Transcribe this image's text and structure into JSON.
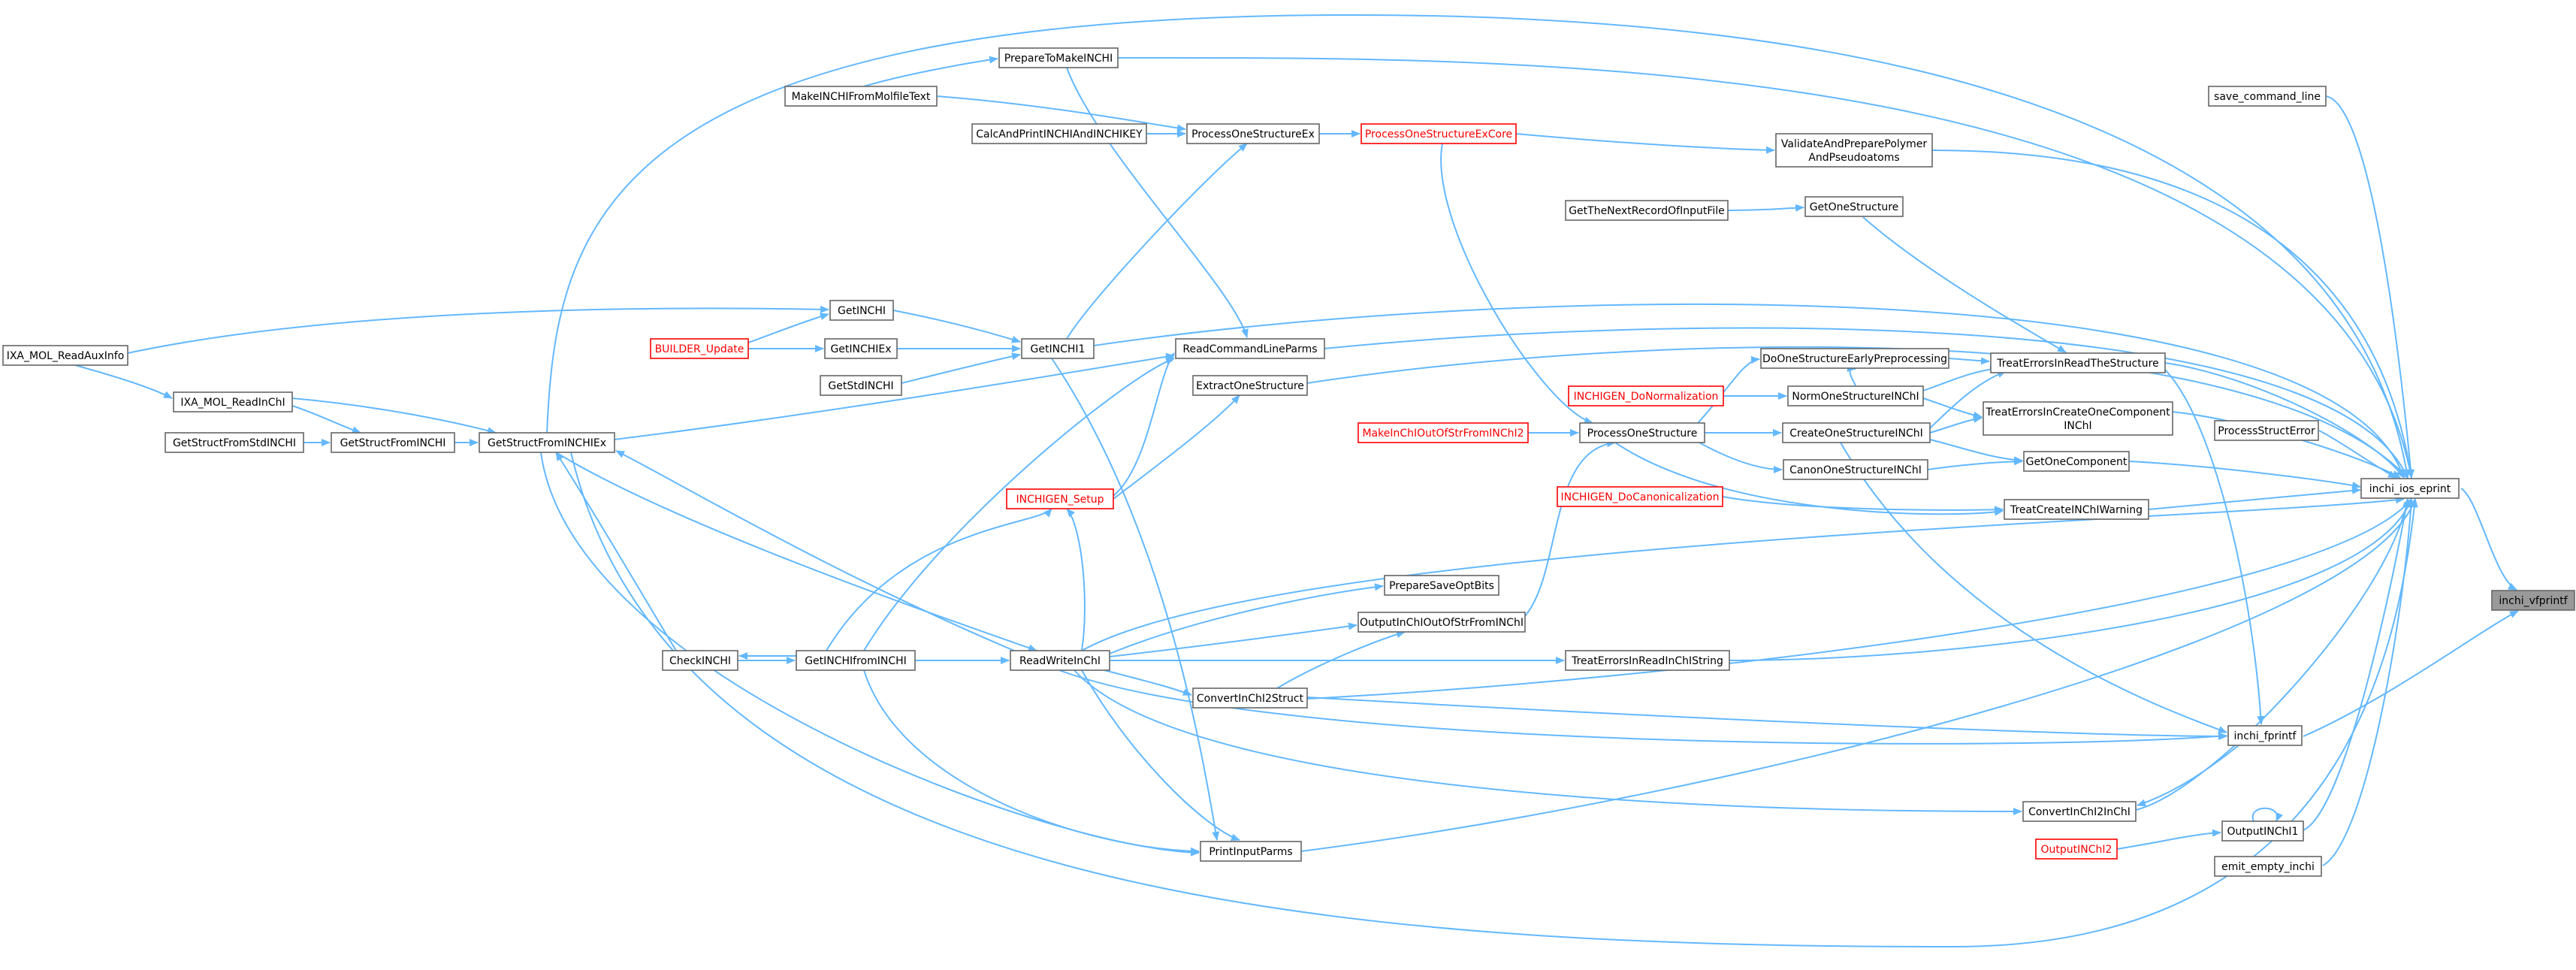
{
  "nodes": {
    "inchi_vfprintf": "inchi_vfprintf",
    "inchi_ios_eprint": "inchi_ios_eprint",
    "inchi_fprintf": "inchi_fprintf",
    "save_command_line": "save_command_line",
    "ProcessStructError": "ProcessStructError",
    "OutputINChI1": "OutputINChI1",
    "OutputINChI2": "OutputINChI2",
    "emit_empty_inchi": "emit_empty_inchi",
    "TreatErrorsInReadTheStructure": "TreatErrorsInReadTheStructure",
    "TreatErrorsInCreateOneComponentINChI_1": "TreatErrorsInCreateOneComponent",
    "TreatErrorsInCreateOneComponentINChI_2": "INChI",
    "GetOneComponent": "GetOneComponent",
    "TreatCreateINChIWarning": "TreatCreateINChIWarning",
    "ConvertInChI2InChI": "ConvertInChI2InChI",
    "ValidateAndPreparePolymerAndPseudoatoms_1": "ValidateAndPreparePolymer",
    "ValidateAndPreparePolymerAndPseudoatoms_2": "AndPseudoatoms",
    "GetOneStructure": "GetOneStructure",
    "GetTheNextRecordOfInputFile": "GetTheNextRecordOfInputFile",
    "DoOneStructureEarlyPreprocessing": "DoOneStructureEarlyPreprocessing",
    "NormOneStructureINChI": "NormOneStructureINChI",
    "CreateOneStructureINChI": "CreateOneStructureINChI",
    "CanonOneStructureINChI": "CanonOneStructureINChI",
    "TreatErrorsInReadInChIString": "TreatErrorsInReadInChIString",
    "INCHIGEN_DoNormalization": "INCHIGEN_DoNormalization",
    "INCHIGEN_DoCanonicalization": "INCHIGEN_DoCanonicalization",
    "ProcessOneStructure": "ProcessOneStructure",
    "MakeInChIOutOfStrFromINChI2": "MakeInChIOutOfStrFromINChI2",
    "OutputInChIOutOfStrFromINChI": "OutputInChIOutOfStrFromINChI",
    "ProcessOneStructureExCore": "ProcessOneStructureExCore",
    "ProcessOneStructureEx": "ProcessOneStructureEx",
    "PrepareSaveOptBits": "PrepareSaveOptBits",
    "PrepareToMakeINCHI": "PrepareToMakeINCHI",
    "MakeINCHIFromMolfileText": "MakeINCHIFromMolfileText",
    "CalcAndPrintINCHIAndINCHIKEY": "CalcAndPrintINCHIAndINCHIKEY",
    "ReadCommandLineParms": "ReadCommandLineParms",
    "ExtractOneStructure": "ExtractOneStructure",
    "INCHIGEN_Setup": "INCHIGEN_Setup",
    "ConvertInChI2Struct": "ConvertInChI2Struct",
    "PrintInputParms": "PrintInputParms",
    "GetINCHI1": "GetINCHI1",
    "GetINCHI": "GetINCHI",
    "GetINCHIEx": "GetINCHIEx",
    "GetStdINCHI": "GetStdINCHI",
    "BUILDER_Update": "BUILDER_Update",
    "ReadWriteInChI": "ReadWriteInChI",
    "GetINCHIfromINCHI": "GetINCHIfromINCHI",
    "CheckINCHI": "CheckINCHI",
    "GetStructFromINCHIEx": "GetStructFromINCHIEx",
    "GetStructFromINCHI": "GetStructFromINCHI",
    "GetStructFromStdINCHI": "GetStructFromStdINCHI",
    "IXA_MOL_ReadInChI": "IXA_MOL_ReadInChI",
    "IXA_MOL_ReadAuxInfo": "IXA_MOL_ReadAuxInfo"
  },
  "colors": {
    "edge": "#63b8ff",
    "node_border": "#666666",
    "error_node": "#ff0000",
    "root_fill": "#999999"
  }
}
